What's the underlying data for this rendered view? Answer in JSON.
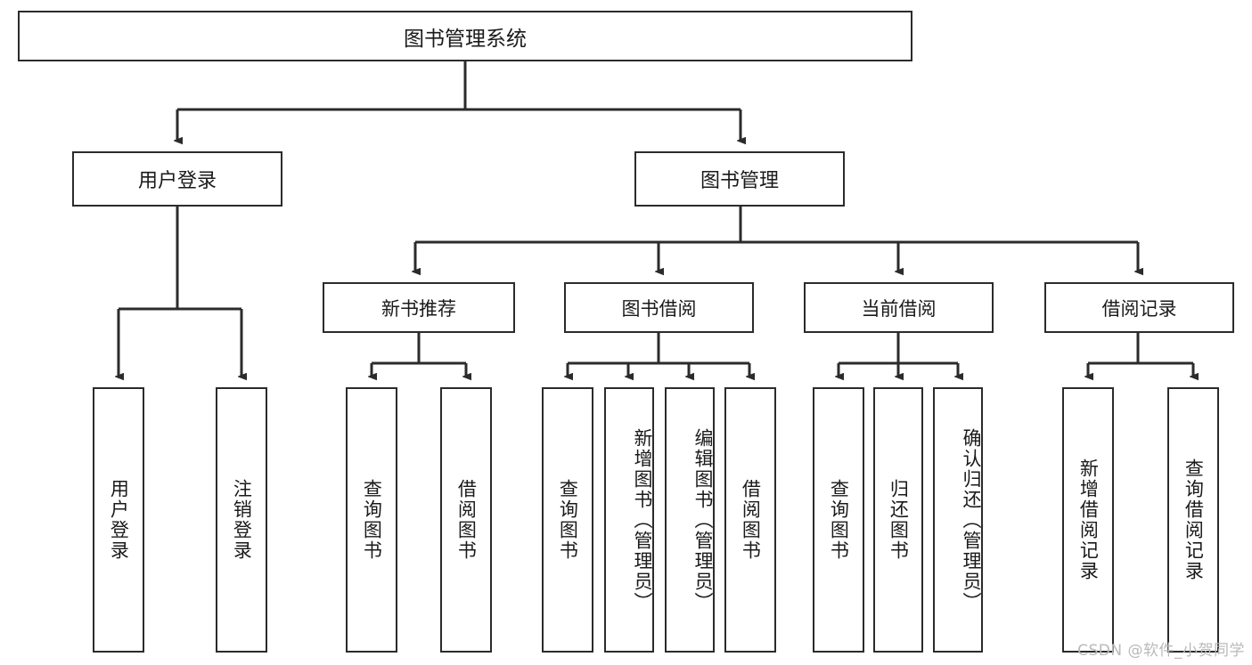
{
  "diagram": {
    "title": "图书管理系统",
    "type": "tree-hierarchy",
    "watermark": "CSDN @软件_小贺同学",
    "colors": {
      "stroke": "#2b2b2b",
      "fill": "#ffffff",
      "text": "#1a1a1a",
      "watermark": "#b9b9b9"
    },
    "root": {
      "label": "图书管理系统"
    },
    "level2": [
      {
        "label": "用户登录"
      },
      {
        "label": "图书管理"
      }
    ],
    "level3": [
      {
        "label": "新书推荐"
      },
      {
        "label": "图书借阅"
      },
      {
        "label": "当前借阅"
      },
      {
        "label": "借阅记录"
      }
    ],
    "leaves": {
      "user_login": [
        {
          "label": "用户登录"
        },
        {
          "label": "注销登录"
        }
      ],
      "new_books": [
        {
          "label": "查询图书"
        },
        {
          "label": "借阅图书"
        }
      ],
      "borrow_books": [
        {
          "label": "查询图书"
        },
        {
          "label": "新增图书（管理员）"
        },
        {
          "label": "编辑图书（管理员）"
        },
        {
          "label": "借阅图书"
        }
      ],
      "current_borrow": [
        {
          "label": "查询图书"
        },
        {
          "label": "归还图书"
        },
        {
          "label": "确认归还（管理员）"
        }
      ],
      "borrow_records": [
        {
          "label": "新增借阅记录"
        },
        {
          "label": "查询借阅记录"
        }
      ]
    }
  }
}
